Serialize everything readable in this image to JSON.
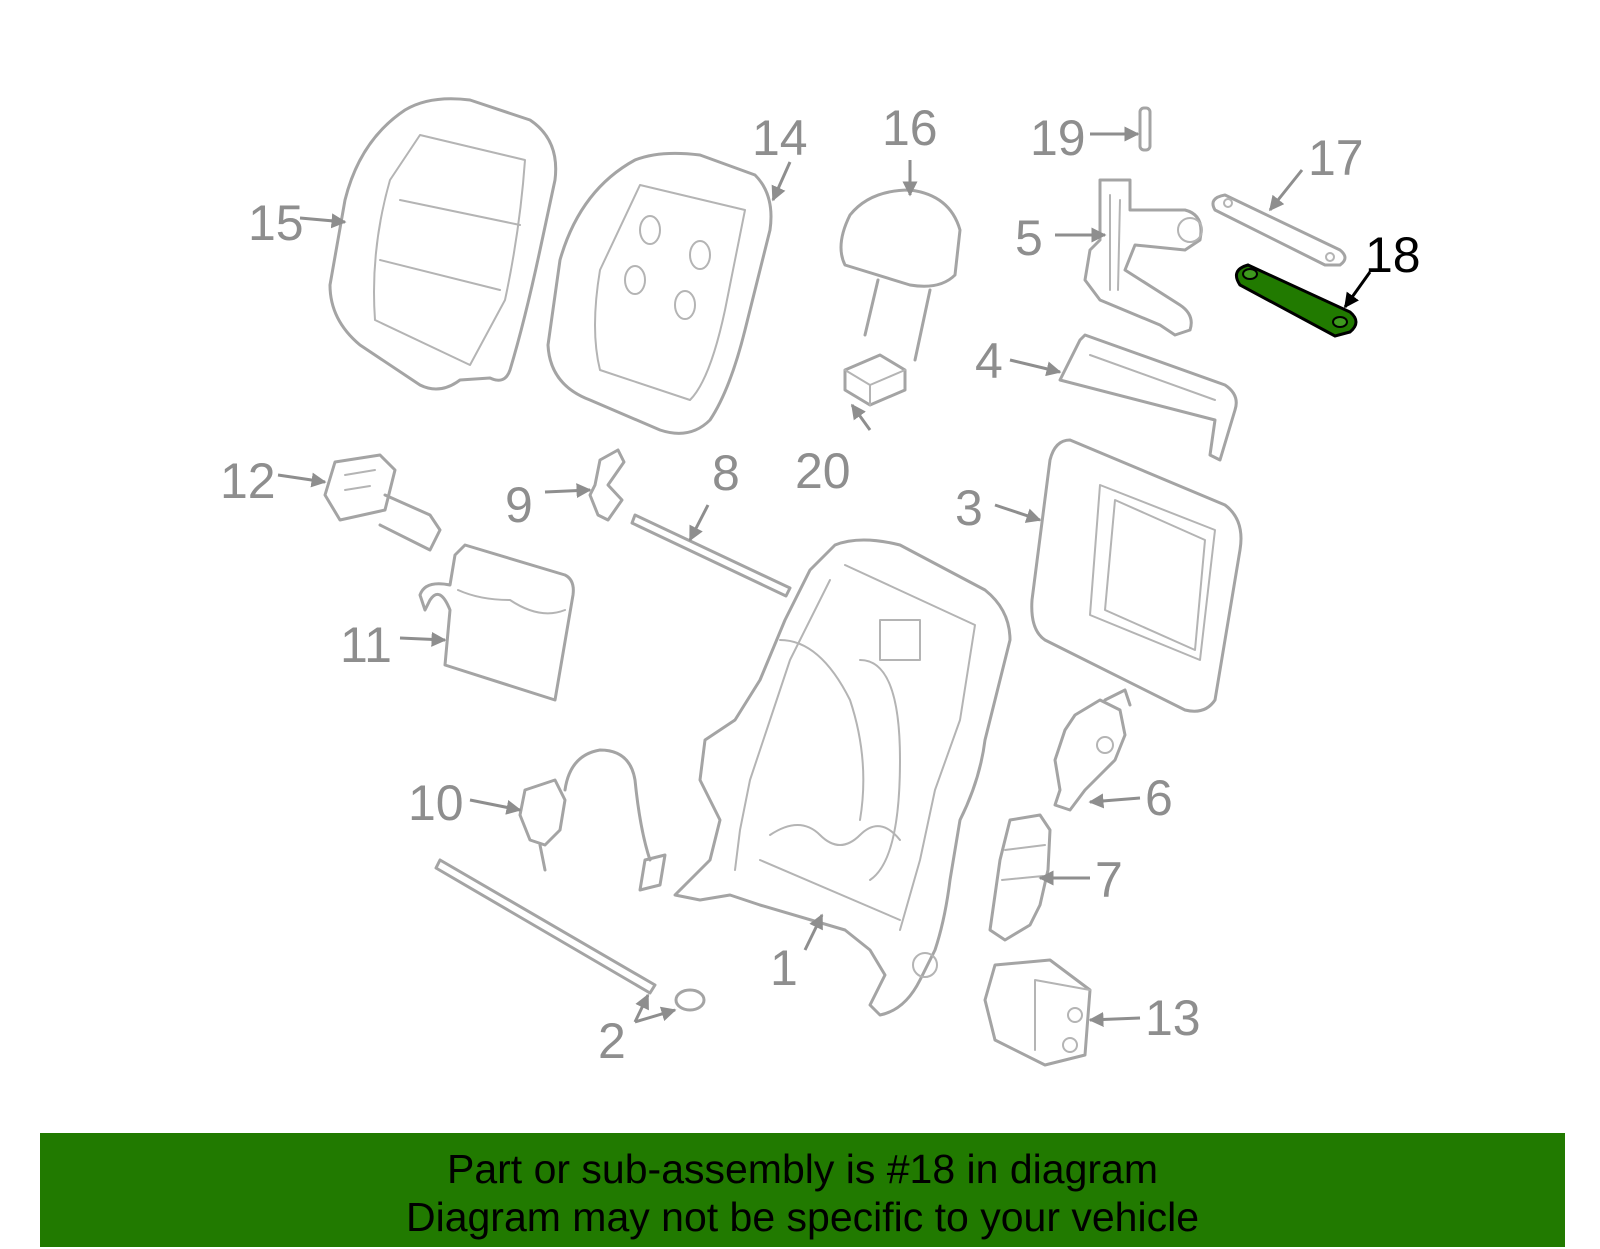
{
  "diagram": {
    "highlight_color": "#217a00",
    "highlighted_part": "18",
    "callouts": {
      "c1": "1",
      "c2": "2",
      "c3": "3",
      "c4": "4",
      "c5": "5",
      "c6": "6",
      "c7": "7",
      "c8": "8",
      "c9": "9",
      "c10": "10",
      "c11": "11",
      "c12": "12",
      "c13": "13",
      "c14": "14",
      "c15": "15",
      "c16": "16",
      "c17": "17",
      "c18": "18",
      "c19": "19",
      "c20": "20"
    }
  },
  "caption": {
    "line1": "Part or sub-assembly is #18 in diagram",
    "line2": "Diagram may not be specific to your vehicle",
    "background": "#217a00"
  }
}
